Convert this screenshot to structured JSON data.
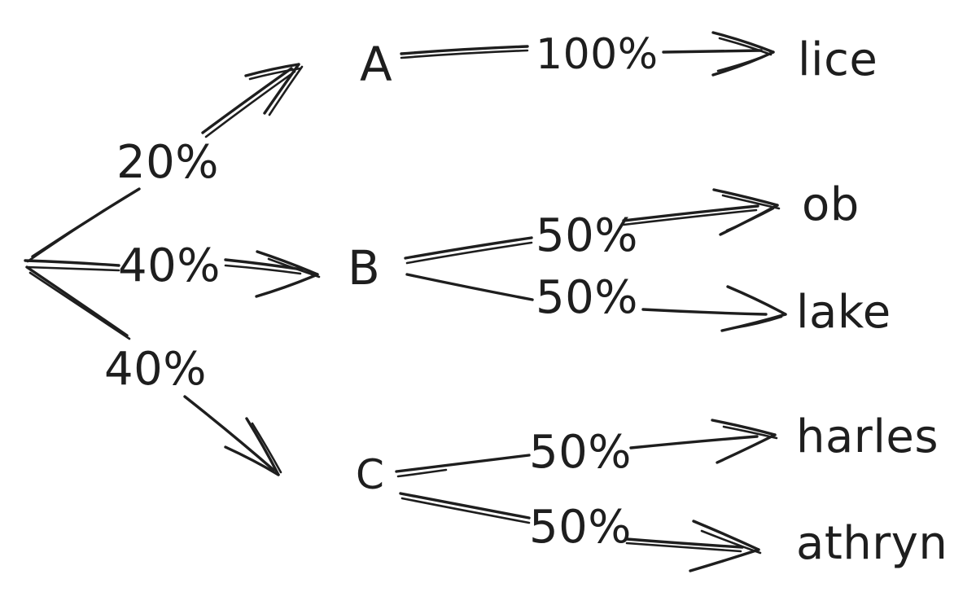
{
  "canvas": {
    "background": "#ffffff",
    "ink_color": "#1e1e1e"
  },
  "tree": {
    "type": "probability-tree",
    "root": {
      "branches": [
        {
          "probability": "20%",
          "target": "A"
        },
        {
          "probability": "40%",
          "target": "B"
        },
        {
          "probability": "40%",
          "target": "C"
        }
      ]
    },
    "nodes": [
      {
        "label": "A",
        "branches": [
          {
            "probability": "100%",
            "outcome": "lice"
          }
        ]
      },
      {
        "label": "B",
        "branches": [
          {
            "probability": "50%",
            "outcome": "ob"
          },
          {
            "probability": "50%",
            "outcome": "lake"
          }
        ]
      },
      {
        "label": "C",
        "branches": [
          {
            "probability": "50%",
            "outcome": "harles"
          },
          {
            "probability": "50%",
            "outcome": "athryn"
          }
        ]
      }
    ]
  }
}
